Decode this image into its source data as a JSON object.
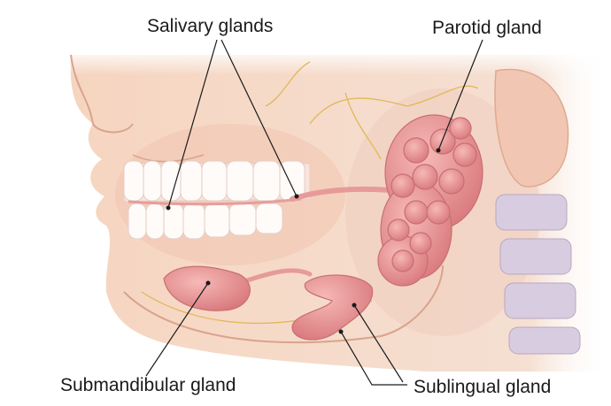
{
  "labels": {
    "salivary_glands": "Salivary glands",
    "parotid_gland": "Parotid gland",
    "submandibular_gland": "Submandibular gland",
    "sublingual_gland": "Sublingual gland"
  },
  "colors": {
    "skin": "#f6d5c0",
    "skin_shadow": "#eab8a0",
    "gland": "#e79a9a",
    "gland_dark": "#c86f72",
    "teeth": "#ffffff",
    "nerve": "#e0b85a",
    "bone": "#c9b7c8"
  }
}
